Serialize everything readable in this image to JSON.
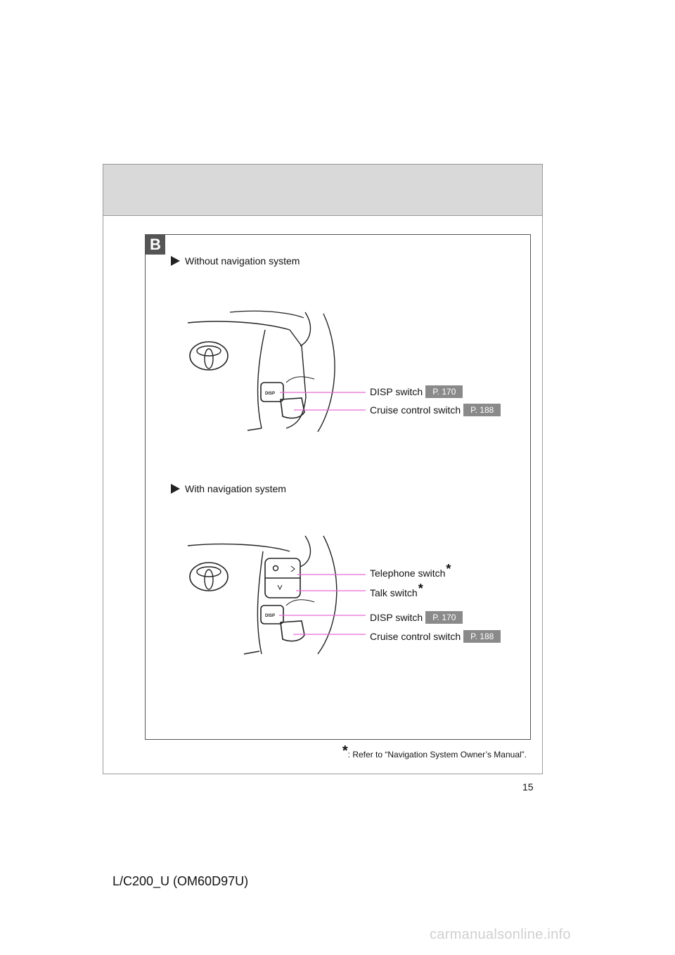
{
  "section": {
    "badge": "B"
  },
  "group_without_nav": {
    "heading": "Without navigation system",
    "callouts": [
      {
        "label": "DISP switch",
        "ref": "P. 170",
        "asterisk": ""
      },
      {
        "label": "Cruise control switch",
        "ref": "P. 188",
        "asterisk": ""
      }
    ]
  },
  "group_with_nav": {
    "heading": "With navigation system",
    "callouts": [
      {
        "label": "Telephone switch",
        "ref": "",
        "asterisk": "*"
      },
      {
        "label": "Talk switch",
        "ref": "",
        "asterisk": "*"
      },
      {
        "label": "DISP switch",
        "ref": "P. 170",
        "asterisk": ""
      },
      {
        "label": "Cruise control switch",
        "ref": "P. 188",
        "asterisk": ""
      }
    ]
  },
  "illustration": {
    "button_text": "DISP"
  },
  "footnote": {
    "mark": "*",
    "text": ": Refer to “Navigation System Owner’s Manual”."
  },
  "page_number": "15",
  "doc_code": "L/C200_U (OM60D97U)",
  "watermark": "carmanualsonline.info",
  "colors": {
    "leader_line": "#e86ad6",
    "ref_badge": "#8a8a8a",
    "header_band": "#d9d9d9"
  }
}
